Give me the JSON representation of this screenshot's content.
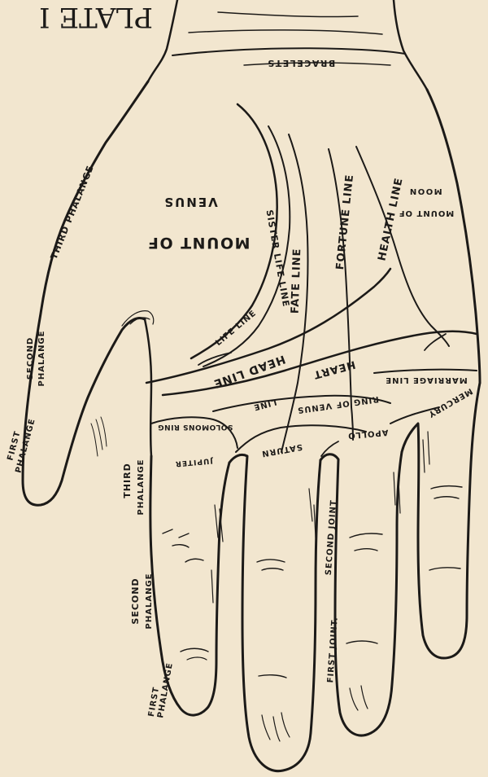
{
  "plate": {
    "title": "PLATE I"
  },
  "labels": {
    "bracelets": "BRACELETS",
    "mount_of_venus_1": "MOUNT OF",
    "mount_of_venus_2": "VENUS",
    "mount_of_moon_1": "MOUNT OF",
    "mount_of_moon_2": "MOON",
    "third_phalange_thumb": "THIRD PHALANGE",
    "second_phalange_thumb_1": "SECOND",
    "second_phalange_thumb_2": "PHALANGE",
    "first_phalange_thumb_1": "FIRST",
    "first_phalange_thumb_2": "PHALANGE",
    "sister_life_line": "SISTER LIFE LINE",
    "life_line": "LIFE LINE",
    "fate_line": "FATE LINE",
    "fortune_line": "FORTUNE LINE",
    "health_line": "HEALTH LINE",
    "head_line": "HEAD LINE",
    "heart_line": "HEART",
    "marriage_line": "MARRIAGE LINE",
    "mercury": "MERCURY",
    "ring_of_venus_1": "RING OF VENUS",
    "ring_of_venus_2": "LINE",
    "solomons_ring": "SOLOMONS RING",
    "jupiter": "JUPITER",
    "saturn": "SATURN",
    "apollo": "APOLLO",
    "third_phalange_finger_1": "THIRD",
    "third_phalange_finger_2": "PHALANGE",
    "second_phalange_finger_1": "SECOND",
    "second_phalange_finger_2": "PHALANGE",
    "first_phalange_finger_1": "FIRST",
    "first_phalange_finger_2": "PHALANGE",
    "first_joint": "FIRST JOINT.",
    "second_joint": "SECOND JOINT"
  }
}
